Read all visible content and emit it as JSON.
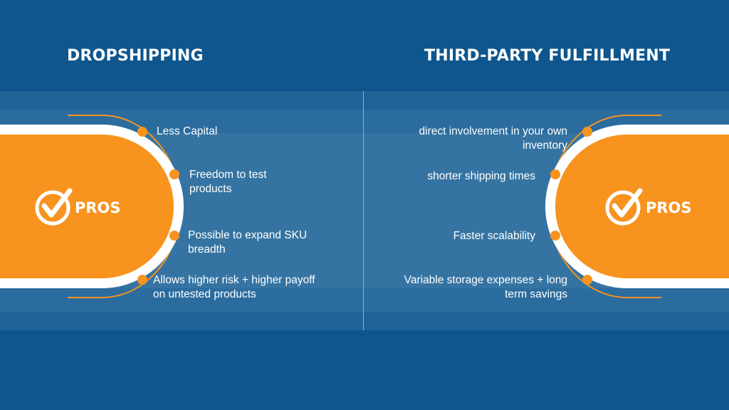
{
  "colors": {
    "background": "#0e568d",
    "band_light": "#3574a2",
    "band_mid": "#2a6b9d",
    "accent_orange": "#f7931e",
    "text": "#ffffff"
  },
  "left": {
    "heading": "DROPSHIPPING",
    "badge_label": "PROS",
    "badge_icon": "check-circle-icon",
    "items": [
      {
        "text": "Less Capital"
      },
      {
        "text": "Freedom to test products"
      },
      {
        "text": "Possible to expand SKU breadth"
      },
      {
        "text": "Allows higher risk + higher payoff on untested products"
      }
    ]
  },
  "right": {
    "heading": "THIRD-PARTY FULFILLMENT",
    "badge_label": "PROS",
    "badge_icon": "check-circle-icon",
    "items": [
      {
        "text": "direct involvement in your own inventory"
      },
      {
        "text": "shorter shipping times"
      },
      {
        "text": "Faster scalability"
      },
      {
        "text": "Variable storage expenses + long term savings"
      }
    ]
  }
}
